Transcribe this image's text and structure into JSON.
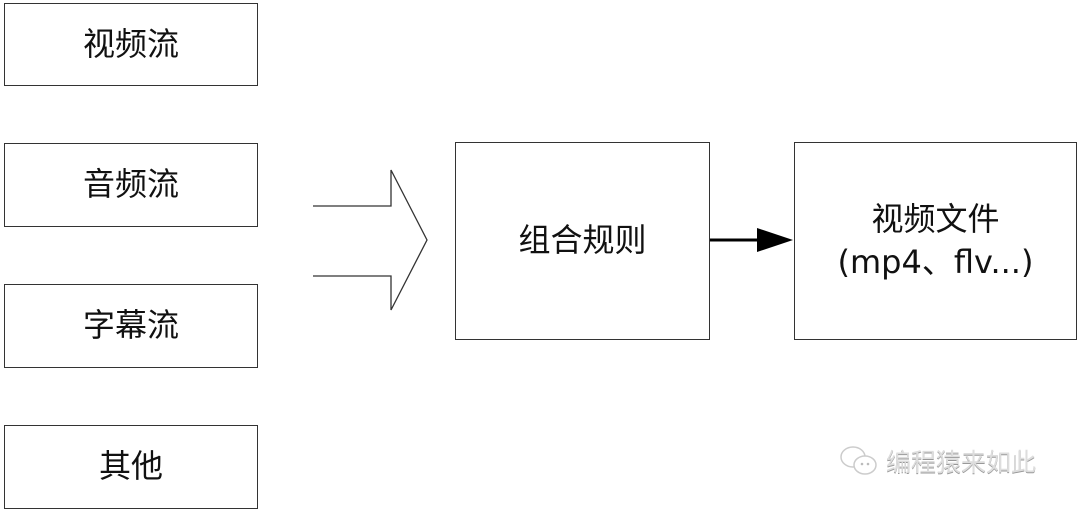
{
  "inputs": [
    "视频流",
    "音频流",
    "字幕流",
    "其他"
  ],
  "process": "组合规则",
  "output": {
    "line1": "视频文件",
    "line2": "(mp4、flv...)"
  },
  "watermark": "编程猿来如此"
}
